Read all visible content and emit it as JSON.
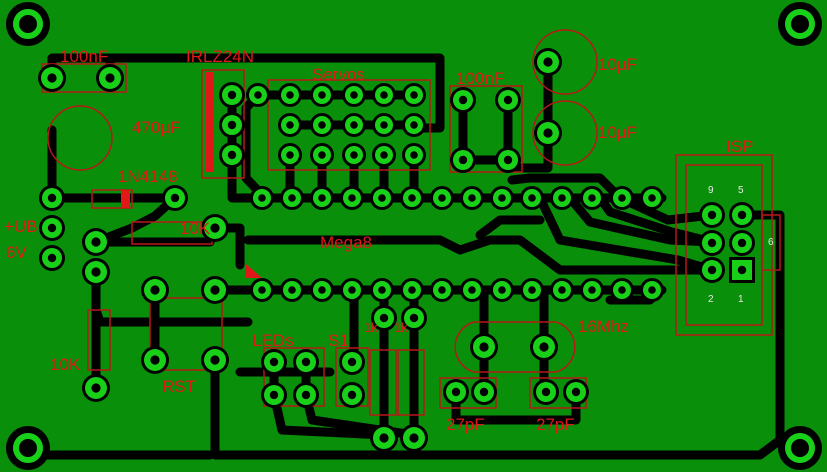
{
  "labels": {
    "c_100nf_top": "100nF",
    "irlz": "IRLZ24N",
    "servos": "Servos",
    "c_100nf_mid": "100nF",
    "c_10uf_a": "10µF",
    "c_10uf_b": "10µF",
    "c_470uf": "470µF",
    "diode": "1N4148",
    "r_10k_a": "10K",
    "mega8": "Mega8",
    "isp": "ISP",
    "ub": "+UB",
    "v6": "6V",
    "r_10k_b": "10K",
    "rst": "RST",
    "leds": "LEDs",
    "s1": "S1",
    "r_1k_a": "1k",
    "r_1k_b": "1k",
    "xtal": "16Mhz",
    "c_27pf_a": "27pF",
    "c_27pf_b": "27pF",
    "isp_pin9": "9",
    "isp_pin5": "5",
    "isp_pin6": "6",
    "isp_pin2": "2",
    "isp_pin1": "1"
  },
  "colors": {
    "board": "#0a8f0a",
    "copper": "#000000",
    "pad": "#19d019",
    "silk": "#e01818"
  }
}
